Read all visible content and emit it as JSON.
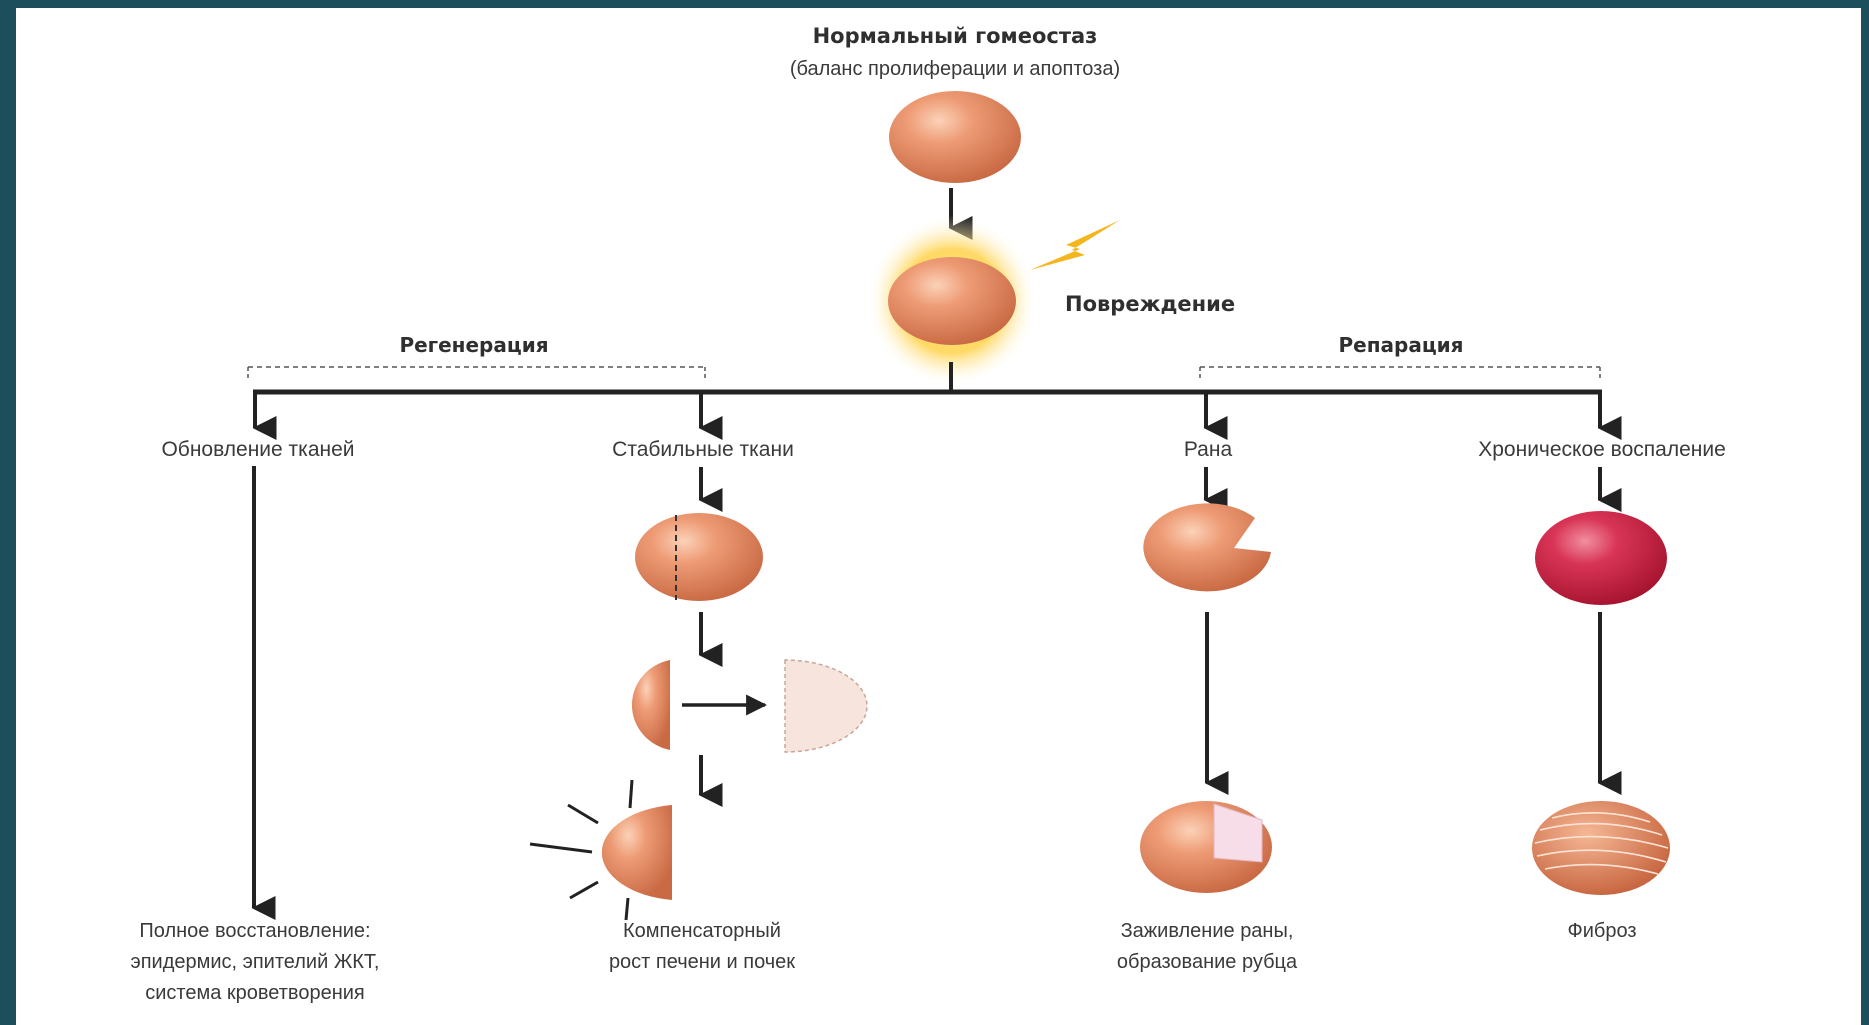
{
  "top": {
    "title": "Нормальный гомеостаз",
    "subtitle": "(баланс пролиферации и апоптоза)"
  },
  "injury": "Повреждение",
  "regeneration": {
    "label": "Регенерация",
    "branch_tissue_renewal": "Обновление тканей",
    "branch_stable_tissue": "Стабильные ткани",
    "outcome_renewal": [
      "Полное восстановление:",
      "эпидермис, эпителий ЖКТ,",
      "система кроветворения"
    ],
    "outcome_stable": [
      "Компенсаторный",
      "рост печени и почек"
    ]
  },
  "repair": {
    "label": "Репарация",
    "branch_wound": "Рана",
    "branch_chronic": "Хроническое воспаление",
    "outcome_wound": [
      "Заживление раны,",
      "образование рубца"
    ],
    "outcome_chronic": "Фиброз"
  },
  "colors": {
    "cell": "#e8906a",
    "cell_highlight": "#f7c2a4",
    "inflamed_cell": "#d6284a",
    "arrow": "#222222",
    "glow": "#ffd24a",
    "lightning": "#f5b51c"
  }
}
